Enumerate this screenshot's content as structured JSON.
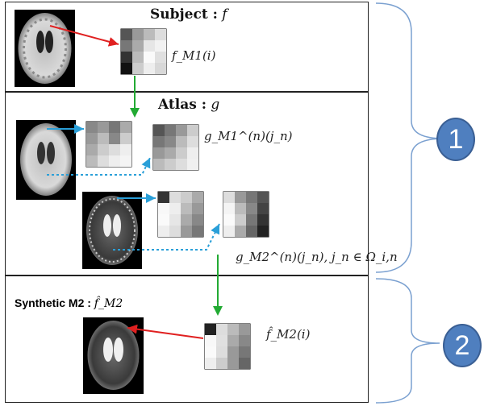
{
  "subject": {
    "title_bold": "Subject :",
    "title_var": "f",
    "patch_label": "f_M1(i)"
  },
  "atlas": {
    "title_bold": "Atlas :",
    "title_var": "g",
    "patch1_label": "g_M1^(n)(j_n)",
    "patch2_label": "g_M2^(n)(j_n), j_n ∈ Ω_i,n"
  },
  "synthetic": {
    "title_bold": "Synthetic M2 :",
    "title_var": "f̂_M2",
    "patch_label": "f̂_M2(i)"
  },
  "stages": {
    "stage1": "1",
    "stage2": "2"
  },
  "colors": {
    "red_arrow": "#e02020",
    "blue_arrow": "#2a9fd8",
    "green_arrow": "#22aa33",
    "badge": "#4f7fbf"
  }
}
